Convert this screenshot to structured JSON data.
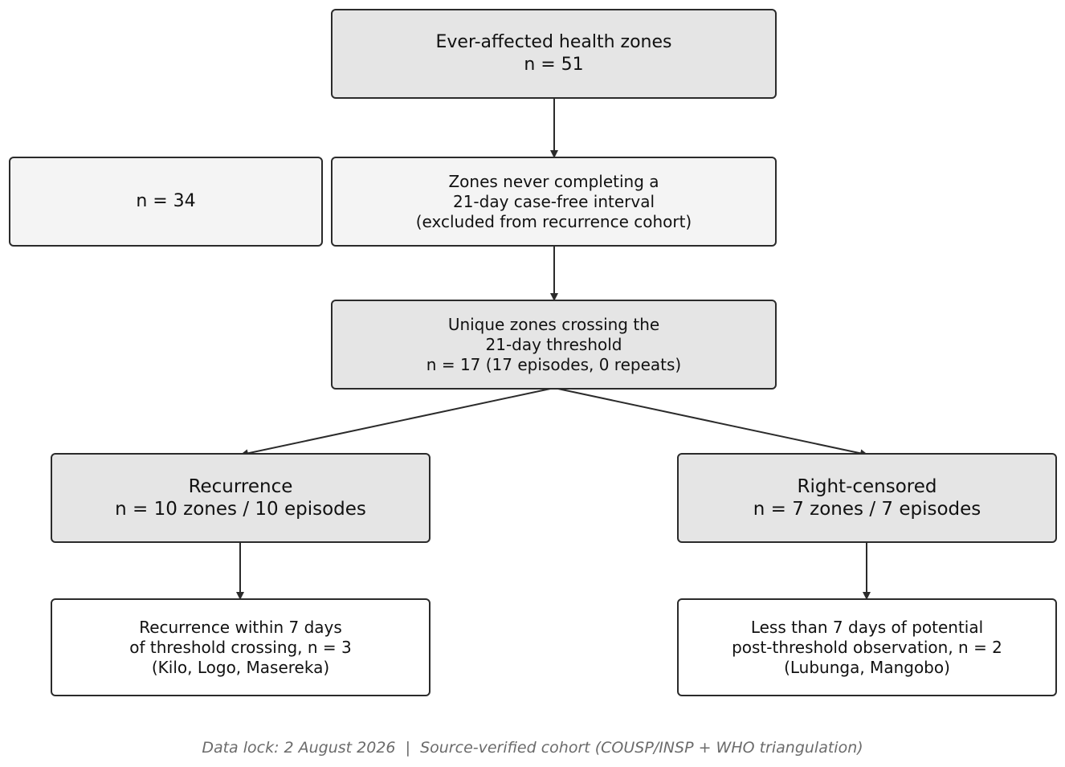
{
  "nodes": {
    "top": {
      "line1": "Ever-affected health zones",
      "line2": "n = 51"
    },
    "excluded_count": {
      "line1": "n = 34"
    },
    "excluded": {
      "line1": "Zones never completing a",
      "line2": "21-day case-free interval",
      "line3": "(excluded from recurrence cohort)"
    },
    "threshold": {
      "line1": "Unique zones crossing the",
      "line2": "21-day threshold",
      "line3": "n = 17 (17 episodes, 0 repeats)"
    },
    "recurrence": {
      "line1": "Recurrence",
      "line2": "n = 10 zones / 10 episodes"
    },
    "censored": {
      "line1": "Right-censored",
      "line2": "n = 7 zones / 7 episodes"
    },
    "recurrence_detail": {
      "line1": "Recurrence within 7 days",
      "line2": "of threshold crossing, n = 3",
      "line3": "(Kilo, Logo, Masereka)"
    },
    "censored_detail": {
      "line1": "Less than 7 days of potential",
      "line2": "post-threshold observation, n = 2",
      "line3": "(Lubunga, Mangobo)"
    }
  },
  "footer": "Data lock: 2 August 2026  |  Source-verified cohort (COUSP/INSP + WHO triangulation)",
  "colors": {
    "line": "#2b2b2b",
    "box_dark": "#e5e5e5",
    "box_light": "#f4f4f4",
    "box_white": "#ffffff",
    "footer_text": "#6b6b6b"
  }
}
